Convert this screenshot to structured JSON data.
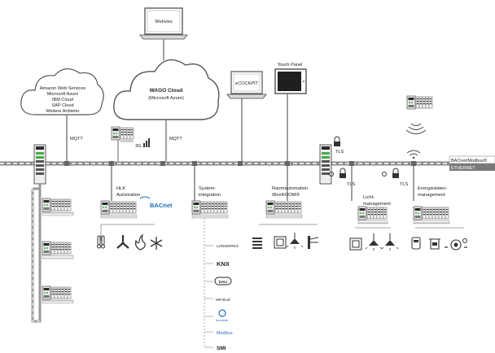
{
  "clouds": {
    "aws": [
      "Amazon Web Services",
      "Microsoft Azure",
      "IBM Cloud",
      "SAP Cloud",
      "Weitere Anbieter"
    ],
    "wago_title": "WAGO Cloud",
    "wago_sub": "(Microsoft Azure)"
  },
  "devices": {
    "webvisu": "Webvisu",
    "ecockpit": "eCOCKPIT",
    "touch_panel": "Touch Panel"
  },
  "labels": {
    "mqtt_left": "MQTT",
    "mqtt_right": "MQTT",
    "g3": "3G",
    "tls1": "TLS",
    "tls2": "TLS",
    "tls3": "TLS",
    "bus_top": "BACnet/Modbus®",
    "bus_bottom": "ETHERNET"
  },
  "nodes": {
    "hlk": [
      "HLK",
      "Automation"
    ],
    "bacnet": "BACnet",
    "system": [
      "System-",
      "integration"
    ],
    "raum": [
      "Raumautomation",
      "IBexROOM®"
    ],
    "licht": [
      "Licht-",
      "management"
    ],
    "energie": [
      "Energiedaten-",
      "management"
    ]
  },
  "protocols": [
    "LONWORKS",
    "KNX",
    "DALI",
    "MP-BUS",
    "enocean",
    "Modbus",
    "SMI"
  ]
}
